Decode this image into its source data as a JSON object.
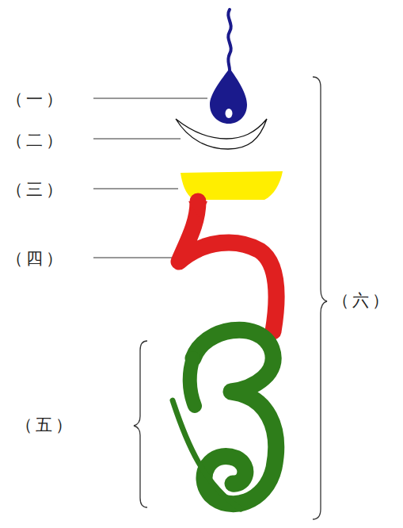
{
  "diagram": {
    "labels": [
      "（一）",
      "（二）",
      "（三）",
      "（四）",
      "（五）",
      "（六）"
    ]
  }
}
